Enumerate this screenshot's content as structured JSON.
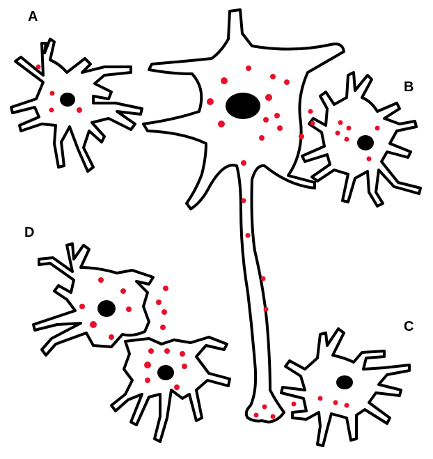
{
  "labels": {
    "a": "A",
    "b": "B",
    "c": "C",
    "d": "D"
  },
  "colors": {
    "outline": "#000000",
    "cell_fill": "#ffffff",
    "nucleus": "#000000",
    "granule": "#e8102a"
  }
}
